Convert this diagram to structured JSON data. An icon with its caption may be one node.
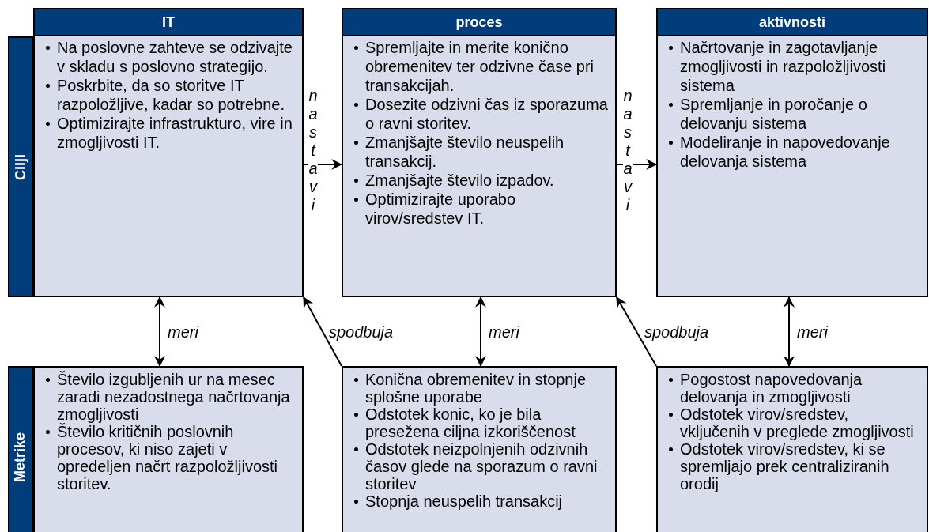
{
  "diagram": {
    "nodes": [
      {
        "text": [
          "Cilji"
        ]
      },
      {
        "text": [
          "IT",
          "Na poslovne zahteve se odzivajte v skladu s poslovno strategijo.",
          "Poskrbite, da so storitve IT razpoložljive, kadar so potrebne.",
          "Optimizirajte infrastrukturo, vire in zmogljivosti IT."
        ]
      },
      {
        "text": [
          "proces",
          "Spremljajte in merite konično obremenitev ter odzivne čase pri transakcijah.",
          "Dosezite odzivni čas iz sporazuma o ravni storitev.",
          "Zmanjšajte število neuspelih transakcij.",
          "Zmanjšajte število izpadov.",
          "Optimizirajte uporabo virov/sredstev IT."
        ]
      },
      {
        "text": [
          "aktivnosti",
          "Načrtovanje in zagotavljanje zmogljivosti in razpoložljivosti sistema",
          "Spremljanje in poročanje o delovanju sistema",
          "Modeliranje in napovedovanje delovanja sistema"
        ]
      },
      {
        "text": [
          "Metrike"
        ]
      },
      {
        "text": [
          "Število izgubljenih ur na mesec zaradi nezadostnega načrtovanja zmogljivosti",
          "Število kritičnih poslovnih procesov, ki niso zajeti v opredeljen načrt razpoložljivosti storitev."
        ]
      },
      {
        "text": [
          "Konična obremenitev in stopnje splošne uporabe",
          "Odstotek konic, ko je bila presežena ciljna izkoriščenost",
          "Odstotek neizpolnjenih odzivnih časov glede na sporazum o ravni storitev",
          "Stopnja neuspelih transakcij"
        ]
      },
      {
        "text": [
          "Pogostost napovedovanja delovanja in zmogljivosti",
          "Odstotek virov/sredstev, vključenih v preglede zmogljivosti",
          "Odstotek virov/sredstev, ki se spremljajo prek centraliziranih orodij"
        ]
      }
    ],
    "edges": [
      {
        "from": 1,
        "to": 2,
        "arrow": "to",
        "label": "nastavi"
      },
      {
        "from": 2,
        "to": 3,
        "arrow": "to",
        "label": "nastavi"
      },
      {
        "from": 5,
        "to": 1,
        "arrow": "both",
        "label": "meri"
      },
      {
        "from": 6,
        "to": 1,
        "arrow": "to",
        "label": "spodbuja"
      },
      {
        "from": 6,
        "to": 2,
        "arrow": "both",
        "label": "meri"
      },
      {
        "from": 7,
        "to": 2,
        "arrow": "to",
        "label": "spodbuja"
      },
      {
        "from": 7,
        "to": 3,
        "arrow": "both",
        "label": "meri"
      }
    ]
  }
}
